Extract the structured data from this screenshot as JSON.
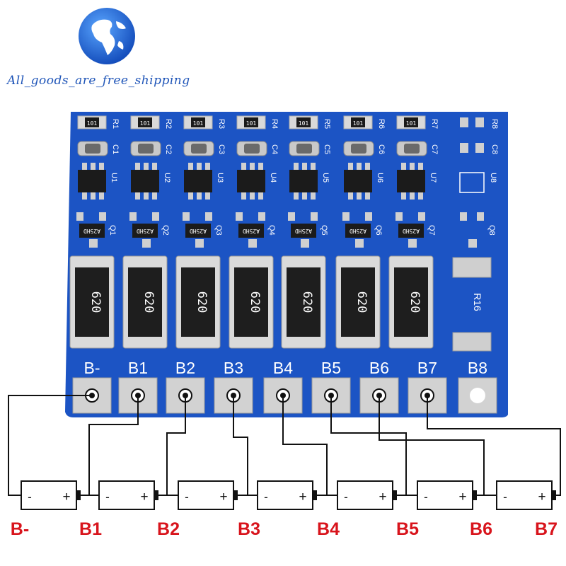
{
  "store": {
    "logo_icon": "globe-icon",
    "name": "All_goods_are_free_shipping"
  },
  "board": {
    "color": "#1c54c4",
    "pad_labels": [
      "B-",
      "B1",
      "B2",
      "B3",
      "B4",
      "B5",
      "B6",
      "B7",
      "B8"
    ],
    "ic_marking": "A25HD",
    "resistor_marking": "620",
    "resistor_r16_label": "R16",
    "small_resistor_marking": "101",
    "channels": [
      {
        "r": "R1",
        "c": "C1",
        "u": "U1",
        "q": "Q1"
      },
      {
        "r": "R2",
        "c": "C2",
        "u": "U2",
        "q": "Q2"
      },
      {
        "r": "R3",
        "c": "C3",
        "u": "U3",
        "q": "Q3"
      },
      {
        "r": "R4",
        "c": "C4",
        "u": "U4",
        "q": "Q4"
      },
      {
        "r": "R5",
        "c": "C5",
        "u": "U5",
        "q": "Q5"
      },
      {
        "r": "R6",
        "c": "C6",
        "u": "U6",
        "q": "Q6"
      },
      {
        "r": "R7",
        "c": "C7",
        "u": "U7",
        "q": "Q7"
      }
    ],
    "last_column": {
      "r": "R8",
      "c": "C8",
      "u": "U8",
      "q": "Q8"
    }
  },
  "wiring": {
    "battery_count": 7,
    "battery_minus": "-",
    "battery_plus": "+",
    "bottom_labels": [
      "B-",
      "B1",
      "B2",
      "B3",
      "B4",
      "B5",
      "B6",
      "B7"
    ],
    "label_color": "#d8141c"
  }
}
